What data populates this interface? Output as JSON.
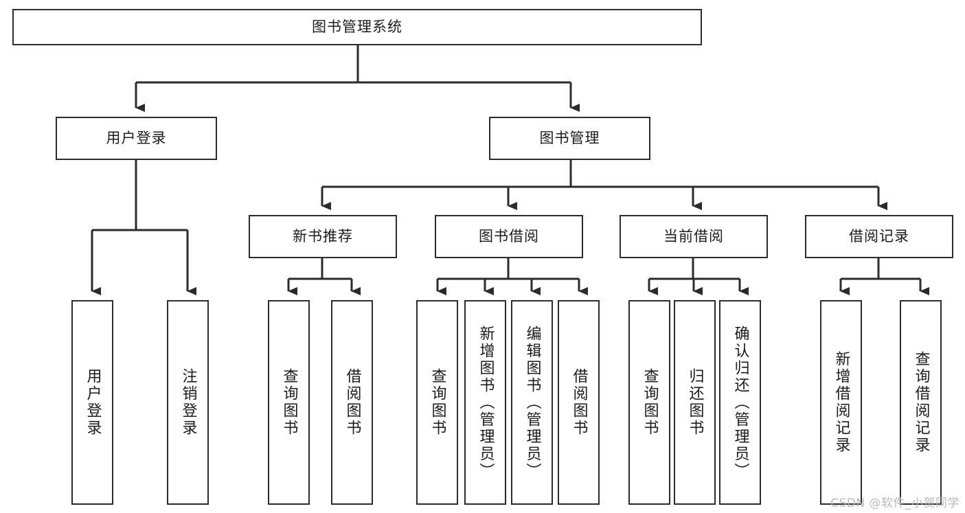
{
  "diagram": {
    "type": "tree-hierarchy-chart",
    "title": "图书管理系统",
    "stroke_color": "#2b2b2b",
    "fill_color": "#ffffff",
    "text_color": "#1b1b1b",
    "levels": 4,
    "root": {
      "label": "图书管理系统",
      "orientation": "horizontal"
    },
    "level2": [
      {
        "label": "用户登录",
        "orientation": "horizontal"
      },
      {
        "label": "图书管理",
        "orientation": "horizontal"
      }
    ],
    "level3": [
      {
        "label": "新书推荐",
        "orientation": "horizontal"
      },
      {
        "label": "图书借阅",
        "orientation": "horizontal"
      },
      {
        "label": "当前借阅",
        "orientation": "horizontal"
      },
      {
        "label": "借阅记录",
        "orientation": "horizontal"
      }
    ],
    "leaves": {
      "user_login": [
        {
          "label": "用户登录",
          "orientation": "vertical"
        },
        {
          "label": "注销登录",
          "orientation": "vertical"
        }
      ],
      "new_book_recommend": [
        {
          "label": "查询图书",
          "orientation": "vertical"
        },
        {
          "label": "借阅图书",
          "orientation": "vertical"
        }
      ],
      "book_borrow": [
        {
          "label": "查询图书",
          "orientation": "vertical"
        },
        {
          "label": "新增图书（管理员）",
          "orientation": "vertical"
        },
        {
          "label": "编辑图书（管理员）",
          "orientation": "vertical"
        },
        {
          "label": "借阅图书",
          "orientation": "vertical"
        }
      ],
      "current_borrow": [
        {
          "label": "查询图书",
          "orientation": "vertical"
        },
        {
          "label": "归还图书",
          "orientation": "vertical"
        },
        {
          "label": "确认归还（管理员）",
          "orientation": "vertical"
        }
      ],
      "borrow_record": [
        {
          "label": "新增借阅记录",
          "orientation": "vertical"
        },
        {
          "label": "查询借阅记录",
          "orientation": "vertical"
        }
      ]
    }
  },
  "watermark": {
    "text": "CSDN @软件_小贺同学"
  }
}
